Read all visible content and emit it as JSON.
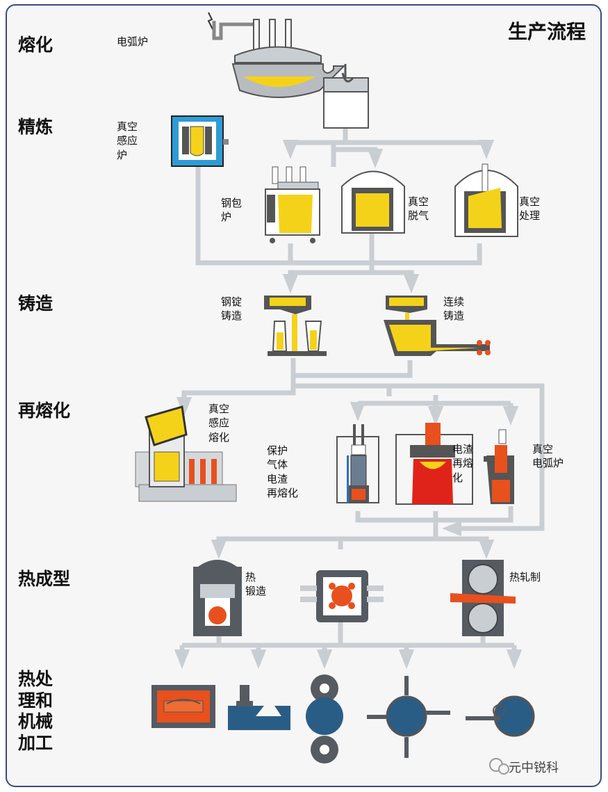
{
  "title": "生产流程",
  "stages": [
    "熔化",
    "精炼",
    "铸造",
    "再熔化",
    "热成型",
    "热处\n理和\n机械\n加工"
  ],
  "labels": {
    "arc_furnace": "电弧炉",
    "vim": "真空\n感应\n炉",
    "ladle_furnace": "钢包\n炉",
    "vacuum_degas": "真空\n脱气",
    "vacuum_treat": "真空\n处理",
    "ingot": "钢锭\n铸造",
    "continuous": "连续\n铸造",
    "vim_remelt": "真空\n感应\n熔化",
    "pesr": "保护\n气体\n电渣\n再熔化",
    "esr": "电渣\n再熔\n化",
    "var": "真空\n电弧炉",
    "forging": "热\n锻造",
    "rolling": "热轧制"
  },
  "watermark": "元中锐科",
  "colors": {
    "flow": "#c9ced3",
    "melt": "#f5d21a",
    "hot": "#e8501e",
    "steel": "#2a5d86",
    "dark": "#555b61"
  }
}
